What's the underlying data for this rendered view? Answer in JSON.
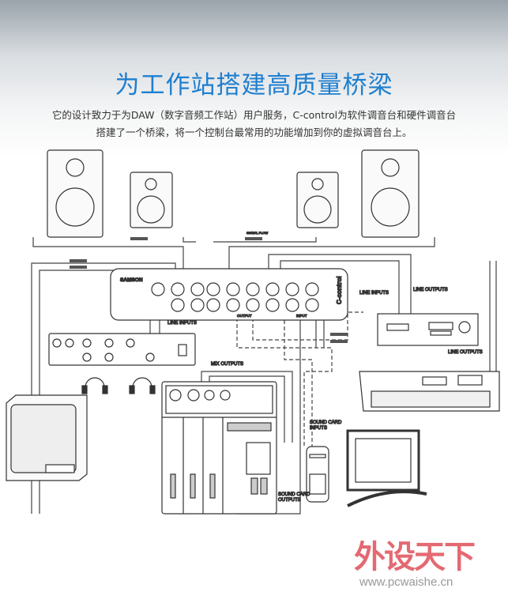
{
  "header": {
    "title": "为工作站搭建高质量桥梁",
    "subtitle_line1": "它的设计致力于为DAW（数字音频工作站）用户服务，C-control为软件调音台和硬件调音台",
    "subtitle_line2": "搭建了一个桥梁，将一个控制台最常用的功能增加到你的虚拟调音台上。"
  },
  "diagram": {
    "labels": {
      "line_inputs_left": "LINE INPUTS",
      "line_inputs_right": "LINE INPUTS",
      "line_outputs_top": "LINE OUTPUTS",
      "line_outputs_keyboard": "LINE OUTPUTS",
      "mix_outputs": "MIX OUTPUTS",
      "sound_card_inputs_1": "SOUND CARD",
      "sound_card_inputs_2": "INPUTS",
      "sound_card_outputs_1": "SOUND CARD",
      "sound_card_outputs_2": "OUTPUTS",
      "signal_flow": "SIGNAL FLOW",
      "brand": "SAMSON",
      "product": "C-control",
      "input": "INPUT",
      "output": "OUTPUT"
    }
  },
  "watermark": {
    "logo": "外设天下",
    "url": "www.pcwaishe.cn"
  },
  "colors": {
    "title": "#1f7fcf",
    "watermark": "#e0505a"
  }
}
